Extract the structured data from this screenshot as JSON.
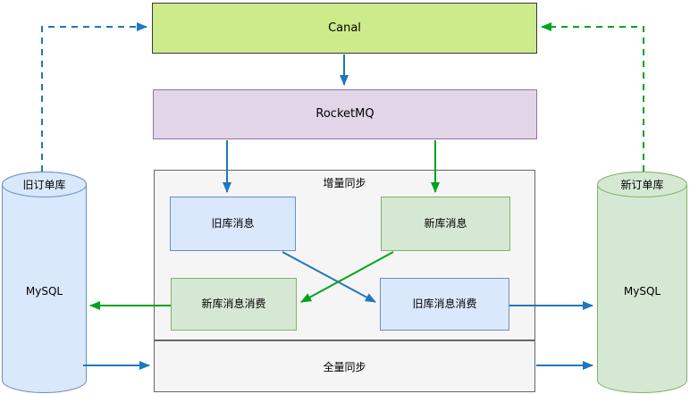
{
  "diagram": {
    "canal": {
      "label": "Canal"
    },
    "rocketmq": {
      "label": "RocketMQ"
    },
    "incremental_sync": {
      "label": "增量同步",
      "old_db_message": "旧库消息",
      "new_db_message": "新库消息",
      "new_db_message_consumer": "新库消息消费",
      "old_db_message_consumer": "旧库消息消费"
    },
    "full_sync": {
      "label": "全量同步"
    },
    "old_order_db": {
      "title": "旧订单库",
      "engine": "MySQL"
    },
    "new_order_db": {
      "title": "新订单库",
      "engine": "MySQL"
    },
    "colors": {
      "canal_fill": "#cdeb8b",
      "canal_stroke": "#36393d",
      "rocketmq_fill": "#e1d5e7",
      "rocketmq_stroke": "#9673a6",
      "blue_node_fill": "#dae8fc",
      "blue_node_stroke": "#6c8ebf",
      "green_node_fill": "#d5e8d4",
      "green_node_stroke": "#82b366",
      "container_fill": "#f5f5f5",
      "container_stroke": "#666666",
      "arrow_blue": "#1e78bd",
      "arrow_green": "#00a31b"
    },
    "edges": [
      {
        "from": "old_order_db",
        "to": "canal",
        "color": "blue",
        "style": "dashed"
      },
      {
        "from": "new_order_db",
        "to": "canal",
        "color": "green",
        "style": "dashed"
      },
      {
        "from": "canal",
        "to": "rocketmq",
        "color": "blue",
        "style": "solid"
      },
      {
        "from": "rocketmq",
        "to": "old_db_message",
        "color": "blue",
        "style": "solid"
      },
      {
        "from": "rocketmq",
        "to": "new_db_message",
        "color": "green",
        "style": "solid"
      },
      {
        "from": "old_db_message",
        "to": "old_db_message_consumer",
        "color": "blue",
        "style": "solid"
      },
      {
        "from": "new_db_message",
        "to": "new_db_message_consumer",
        "color": "green",
        "style": "solid"
      },
      {
        "from": "new_db_message_consumer",
        "to": "old_order_db",
        "color": "green",
        "style": "solid"
      },
      {
        "from": "old_db_message_consumer",
        "to": "new_order_db",
        "color": "blue",
        "style": "solid"
      },
      {
        "from": "old_order_db",
        "to": "full_sync",
        "color": "blue",
        "style": "solid"
      },
      {
        "from": "full_sync",
        "to": "new_order_db",
        "color": "blue",
        "style": "solid"
      }
    ]
  }
}
